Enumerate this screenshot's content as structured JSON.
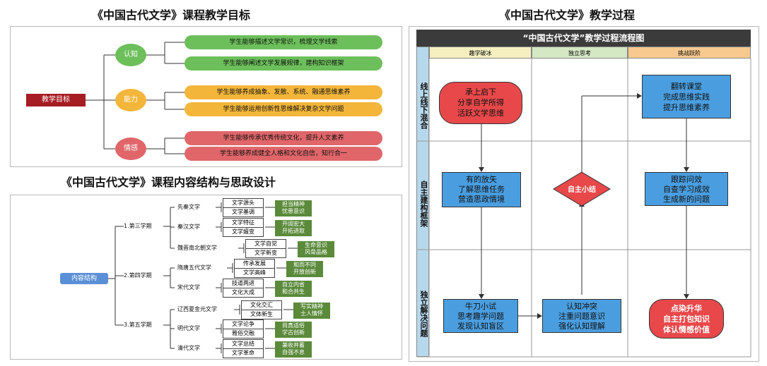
{
  "objectives": {
    "title": "《中国古代文学》课程教学目标",
    "root": "教学目标",
    "groups": [
      {
        "name": "认知",
        "items": [
          "学生能够描述文学常识，梳理文学线索",
          "学生能够阐述文学发展规律，建构知识框架"
        ]
      },
      {
        "name": "能力",
        "items": [
          "学生能够养成抽象、发散、系统、融通思维素养",
          "学生能够运用创新性思维解决复杂文学问题"
        ]
      },
      {
        "name": "情感",
        "items": [
          "学生能够传承优秀传统文化，提升人文素养",
          "学生能够养成健全人格和文化自信，知行合一"
        ]
      }
    ],
    "colors": {
      "root": "#a61d24",
      "cognition": "#6cbf5a",
      "ability": "#f3b63a",
      "emotion": "#e0666a"
    }
  },
  "structure": {
    "title": "《中国古代文学》课程内容结构与思政设计",
    "root": "内容结构",
    "semesters": [
      {
        "label": "1.第三学期",
        "periods": [
          {
            "name": "先秦文学",
            "topics": [
              "文学源头",
              "文学基调"
            ],
            "values": [
              "担当精神",
              "忧患意识"
            ]
          },
          {
            "name": "秦汉文学",
            "topics": [
              "文学特征",
              "文学嬗变"
            ],
            "values": [
              "开阔宏大",
              "开拓进取"
            ]
          },
          {
            "name": "魏晋南北朝文学",
            "topics": [
              "文学自觉",
              "文学新变"
            ],
            "values": [
              "生命意识",
              "风骨品格"
            ]
          }
        ]
      },
      {
        "label": "2.第四学期",
        "periods": [
          {
            "name": "隋唐五代文学",
            "topics": [
              "传承发展",
              "文学高峰"
            ],
            "values": [
              "和而不同",
              "开放创新"
            ]
          },
          {
            "name": "宋代文学",
            "topics": [
              "技道两进",
              "文化大成"
            ],
            "values": [
              "自立内省",
              "和合共生"
            ]
          }
        ]
      },
      {
        "label": "3.第五学期",
        "periods": [
          {
            "name": "辽西夏金元文学",
            "topics": [
              "文化交汇",
              "文体新生"
            ],
            "values": [
              "写实精神",
              "士人情怀"
            ]
          },
          {
            "name": "明代文学",
            "topics": [
              "文学论争",
              "雅俗交融"
            ],
            "values": [
              "尚真适俗",
              "学古创新"
            ]
          },
          {
            "name": "清代文学",
            "topics": [
              "文学总结",
              "文学革命"
            ],
            "values": [
              "兼收并蓄",
              "自强不息"
            ]
          }
        ]
      }
    ]
  },
  "process": {
    "title": "《中国古代文学》教学过程",
    "flow_title": "“中国古代文学”教学过程流程图",
    "columns": [
      "趣学破冰",
      "独立思考",
      "挑战跃阶"
    ],
    "lanes": [
      "线上线下混合",
      "自主建构框架",
      "独立解决问题"
    ],
    "nodes": {
      "start": "承上启下\n分享自学所得\n活跃文学思维",
      "flip": "翻转课堂\n完成思维实践\n提升思维素养",
      "task": "有的放矢\n了解思维任务\n营造思政情境",
      "summary": "自主小结",
      "track": "跟踪问效\n自查学习成效\n生成新的问题",
      "test": "牛刀小试\n思考趣学问题\n发现认知盲区",
      "conflict": "认知冲突\n注重问题意识\n强化认知理解",
      "end": "点染升华\n自主打包知识\n体认情感价值"
    },
    "colors": {
      "header": "#3b3b3b",
      "col1": "#f5efc0",
      "col2": "#d5e8c4",
      "col3": "#f7c98f",
      "lane": "#b6d8ec",
      "blue": "#4a9ee0",
      "red": "#e8484a"
    }
  }
}
